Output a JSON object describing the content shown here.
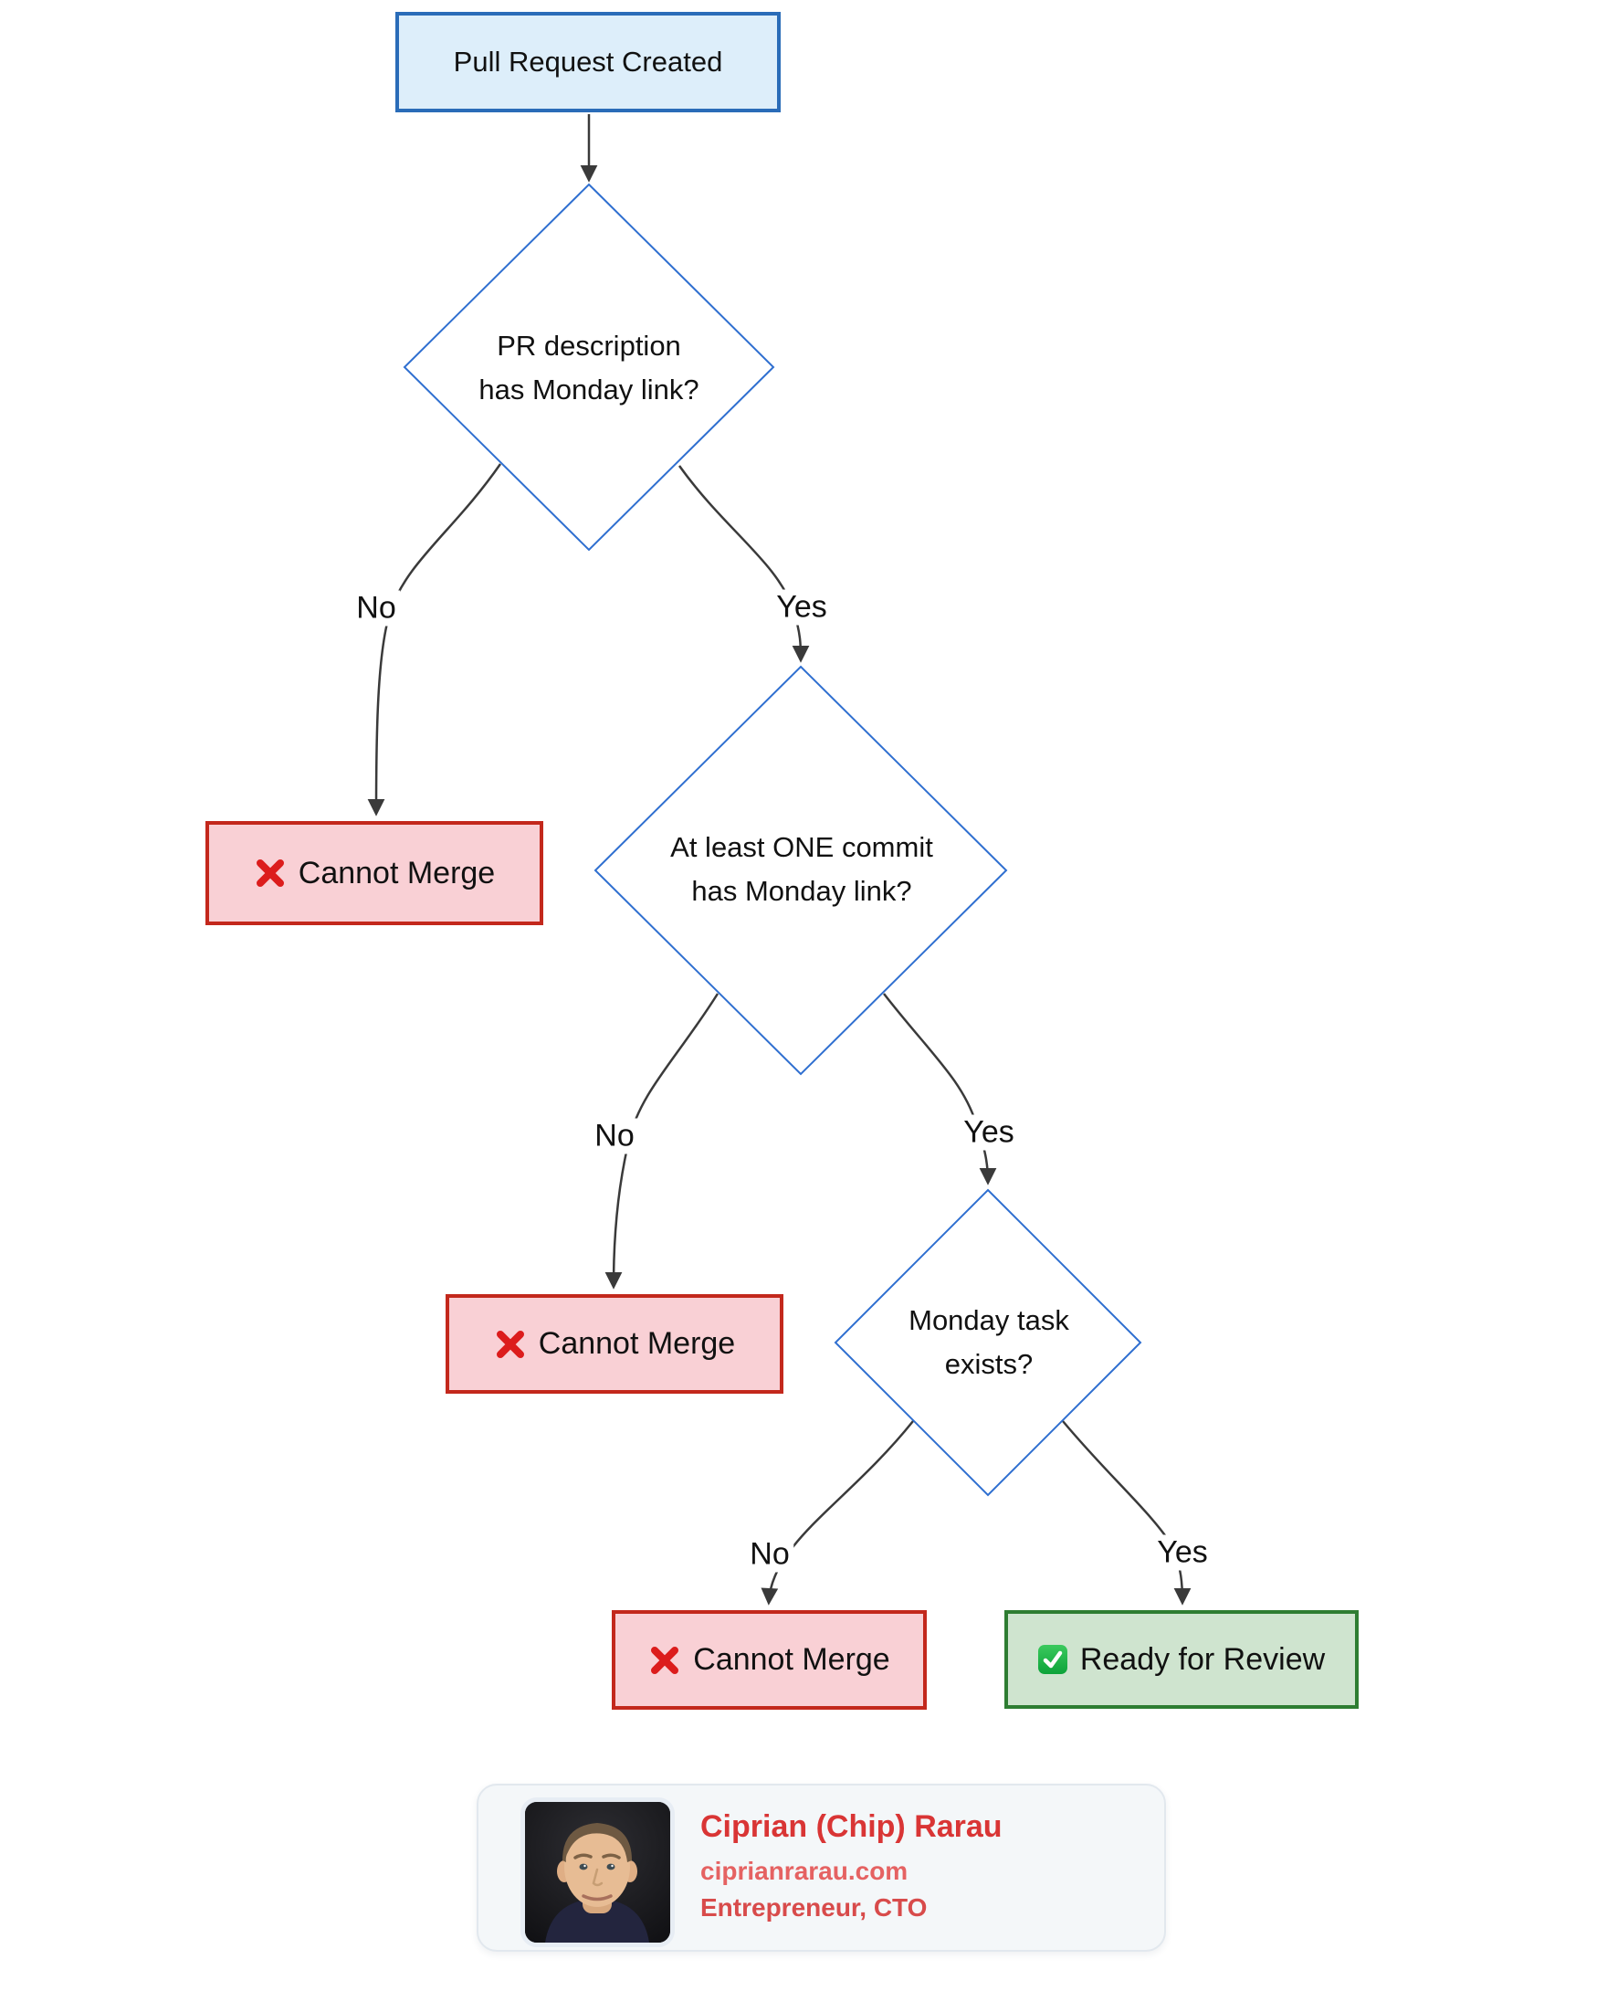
{
  "diagram": {
    "start": {
      "label": "Pull Request Created"
    },
    "decisions": [
      {
        "line1": "PR description",
        "line2": "has Monday link?"
      },
      {
        "line1": "At least ONE commit",
        "line2": "has Monday link?"
      },
      {
        "line1": "Monday task",
        "line2": "exists?"
      }
    ],
    "edge_labels": {
      "no": "No",
      "yes": "Yes"
    },
    "outcomes": {
      "cannot_merge": {
        "label": "Cannot Merge",
        "icon": "x-icon"
      },
      "ready_for_review": {
        "label": "Ready for Review",
        "icon": "check-icon"
      }
    },
    "colors": {
      "start_fill": "#ddeefa",
      "start_border": "#2a6cb8",
      "decision_fill": "#ffffff",
      "decision_border": "#2f6fd0",
      "fail_fill": "#f9d0d5",
      "fail_border": "#c3281c",
      "x_icon": "#dc1c1c",
      "success_fill": "#cfe4cf",
      "success_border": "#2e7d32",
      "check_icon": "#17a93e",
      "edge": "#3a3a3a",
      "text": "#111111"
    }
  },
  "author_card": {
    "name": "Ciprian (Chip) Rarau",
    "website": "ciprianrarau.com",
    "title": "Entrepreneur, CTO",
    "avatar": "portrait-photo",
    "colors": {
      "card_bg": "#f4f7f9",
      "card_border": "#e2e8ee",
      "name": "#d93535",
      "website": "#e56262",
      "title": "#d84b4b"
    }
  }
}
